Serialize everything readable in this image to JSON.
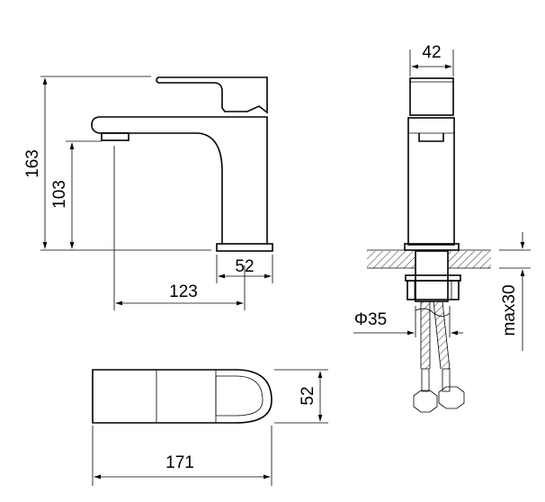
{
  "side_view": {
    "height_total": "163",
    "spout_height": "103",
    "base_width": "52",
    "spout_reach": "123"
  },
  "front_view": {
    "width": "42",
    "hose_diameter": "Φ35",
    "max_counter_thickness": "max30"
  },
  "top_view": {
    "depth": "52",
    "length": "171"
  },
  "colors": {
    "line": "#000000",
    "background": "#ffffff"
  }
}
